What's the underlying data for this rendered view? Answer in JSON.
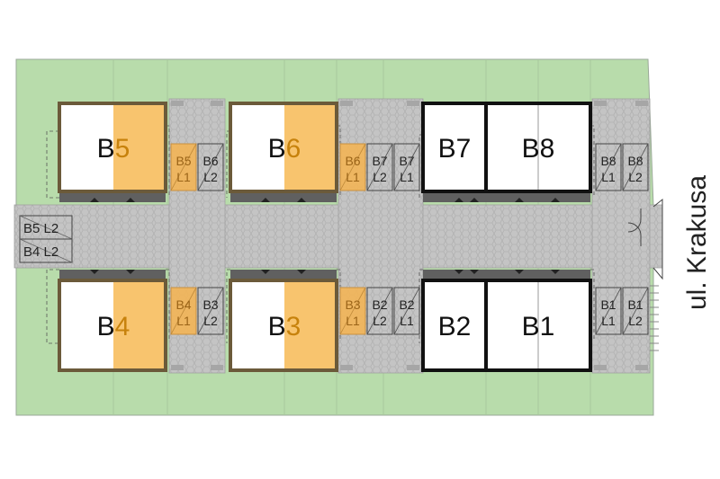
{
  "street": "ul. Krakusa",
  "colors": {
    "lawn": "#b8dcab",
    "paving": "#c4c4c4",
    "unit_white": "#ffffff",
    "unit_highlight": "#f8c46e",
    "parking_highlight": "#f6c46a",
    "outline": "#111111"
  },
  "buildings": [
    {
      "id": "B5",
      "prefix": "B",
      "num": "5",
      "highlight": true
    },
    {
      "id": "B6",
      "prefix": "B",
      "num": "6",
      "highlight": true
    },
    {
      "id": "B7",
      "label": "B7",
      "highlight": false
    },
    {
      "id": "B8",
      "prefix": "B",
      "num": "8",
      "highlight": false
    },
    {
      "id": "B4",
      "prefix": "B",
      "num": "4",
      "highlight": true
    },
    {
      "id": "B3",
      "prefix": "B",
      "num": "3",
      "highlight": true
    },
    {
      "id": "B2",
      "label": "B2",
      "highlight": false
    },
    {
      "id": "B1",
      "prefix": "B",
      "num": "1",
      "highlight": false
    }
  ],
  "parking": [
    {
      "id": "p-b5-l1",
      "l1": "B5",
      "l2": "L1",
      "highlight": true
    },
    {
      "id": "p-b6-l2",
      "l1": "B6",
      "l2": "L2",
      "highlight": false
    },
    {
      "id": "p-b6-l1",
      "l1": "B6",
      "l2": "L1",
      "highlight": true
    },
    {
      "id": "p-b7-l2",
      "l1": "B7",
      "l2": "L2",
      "highlight": false
    },
    {
      "id": "p-b7-l1",
      "l1": "B7",
      "l2": "L1",
      "highlight": false
    },
    {
      "id": "p-b8-l1",
      "l1": "B8",
      "l2": "L1",
      "highlight": false
    },
    {
      "id": "p-b8-l2",
      "l1": "B8",
      "l2": "L2",
      "highlight": false
    },
    {
      "id": "p-b4-l1",
      "l1": "B4",
      "l2": "L1",
      "highlight": true
    },
    {
      "id": "p-b3-l2",
      "l1": "B3",
      "l2": "L2",
      "highlight": false
    },
    {
      "id": "p-b3-l1",
      "l1": "B3",
      "l2": "L1",
      "highlight": true
    },
    {
      "id": "p-b2-l2",
      "l1": "B2",
      "l2": "L2",
      "highlight": false
    },
    {
      "id": "p-b2-l1",
      "l1": "B2",
      "l2": "L1",
      "highlight": false
    },
    {
      "id": "p-b1-l1",
      "l1": "B1",
      "l2": "L1",
      "highlight": false
    },
    {
      "id": "p-b1-l2",
      "l1": "B1",
      "l2": "L2",
      "highlight": false
    }
  ],
  "side_spots": [
    {
      "id": "s-b5-l2",
      "text": "B5 L2"
    },
    {
      "id": "s-b4-l2",
      "text": "B4 L2"
    }
  ]
}
